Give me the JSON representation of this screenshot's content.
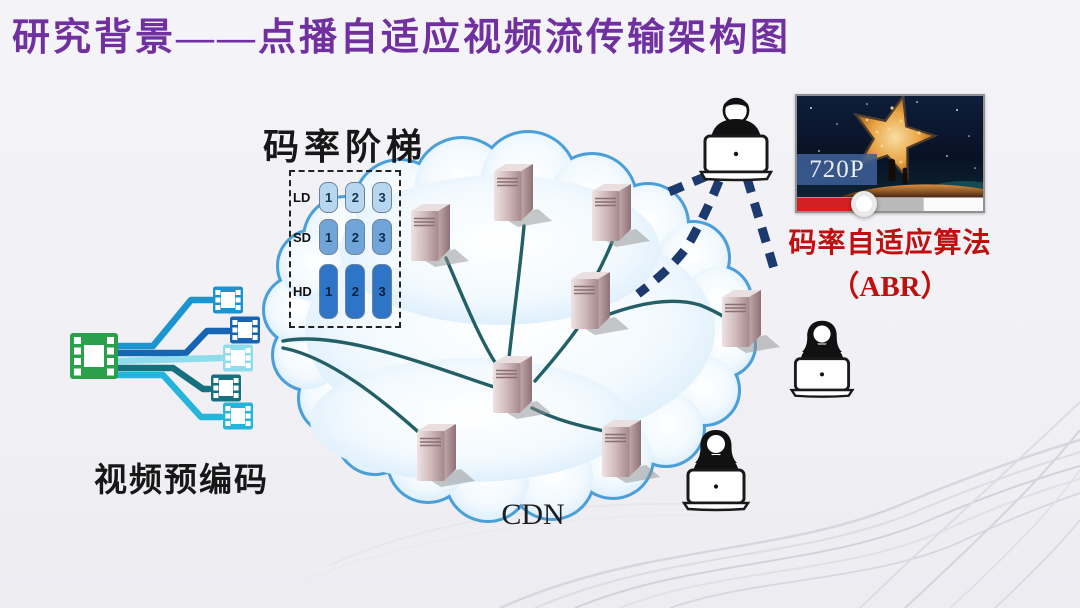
{
  "title": {
    "text": "研究背景——点播自适应视频流传输架构图",
    "color": "#7030a0"
  },
  "ladder": {
    "label": "码率阶梯",
    "rows": [
      {
        "name": "LD",
        "blocks": [
          "1",
          "2",
          "3"
        ],
        "color": "#b7d7f0"
      },
      {
        "name": "SD",
        "blocks": [
          "1",
          "2",
          "3"
        ],
        "color": "#6fa5d9"
      },
      {
        "name": "HD",
        "blocks": [
          "1",
          "2",
          "3"
        ],
        "color": "#2e75c8"
      }
    ]
  },
  "encoder": {
    "label": "视频预编码",
    "source_film_color": "#2aa04a",
    "output_film_colors": [
      "#1b94d0",
      "#1565b2",
      "#8fdcec",
      "#17707f",
      "#25b4dc"
    ]
  },
  "cdn": {
    "label": "CDN",
    "server_count": 8,
    "link_color": "#235f66",
    "cloud_edge_color": "#4a9fd9"
  },
  "users": {
    "count": 3,
    "wireless_link_color": "#1d3a6e"
  },
  "player": {
    "quality_badge": "720P",
    "progress": {
      "played_pct": 36,
      "buffered_pct": 32
    }
  },
  "abr": {
    "line1": "码率自适应算法",
    "line2": "（ABR）",
    "color": "#bf0f0f"
  }
}
